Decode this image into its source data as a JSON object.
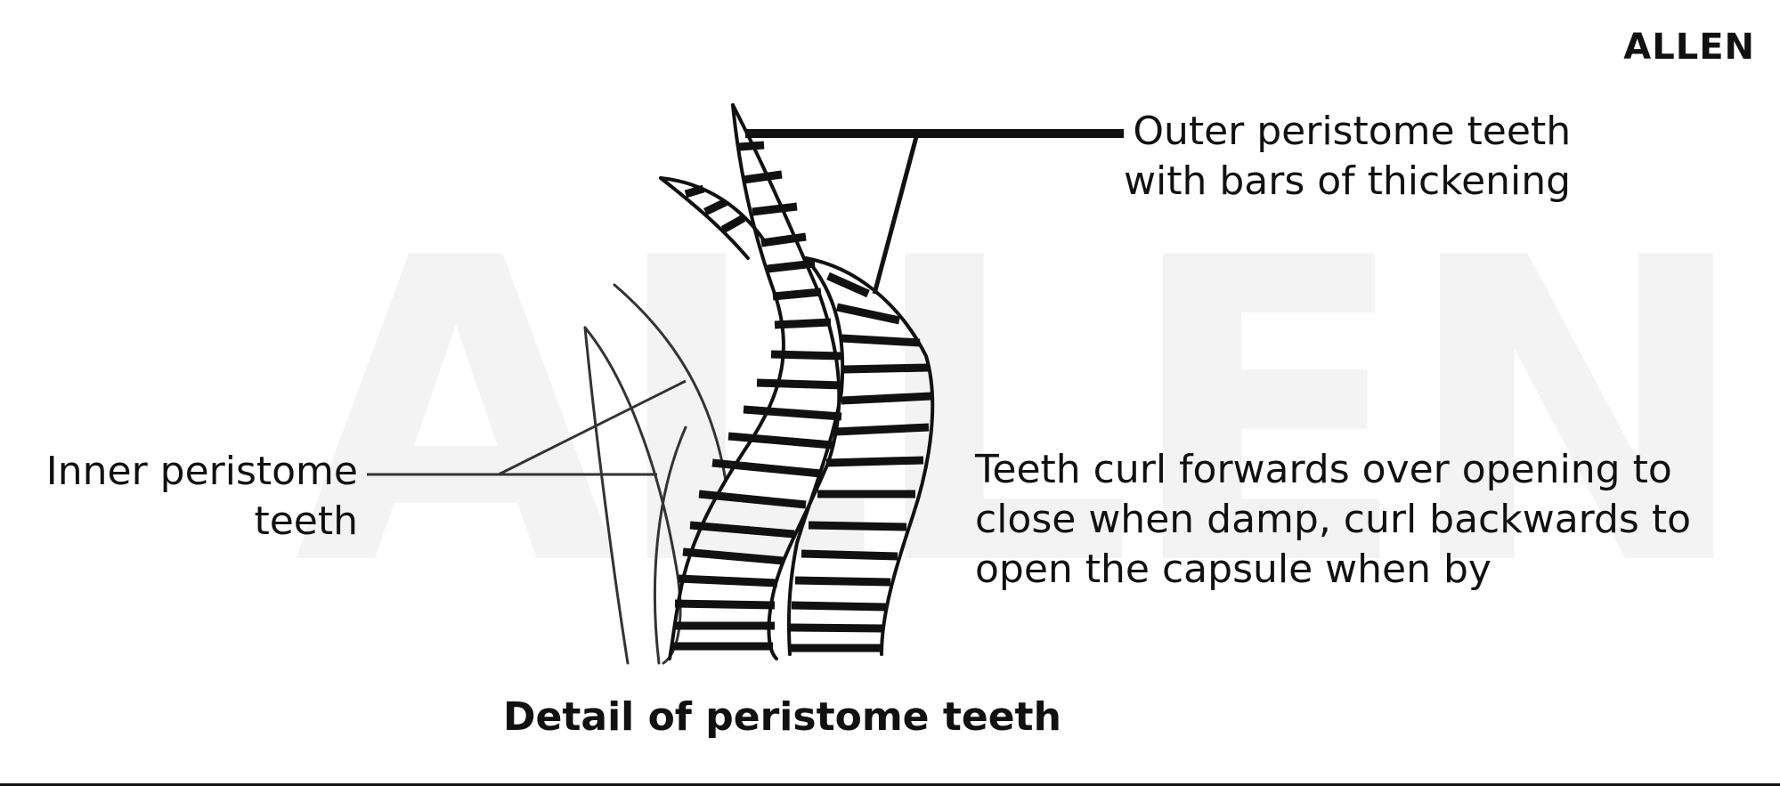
{
  "brand": {
    "logo_text": "ALLEN",
    "watermark_text": "ALLEN"
  },
  "labels": {
    "outer_teeth": [
      "Outer peristome teeth",
      "with bars of thickening"
    ],
    "inner_teeth": [
      "Inner peristome",
      "teeth"
    ],
    "teeth_curl": [
      "Teeth curl forwards over opening to",
      "close when damp, curl backwards to",
      "open the capsule when by"
    ]
  },
  "caption": "Detail of peristome teeth",
  "colors": {
    "ink": "#111111",
    "watermark": "#f3f3f3",
    "background": "#ffffff"
  }
}
